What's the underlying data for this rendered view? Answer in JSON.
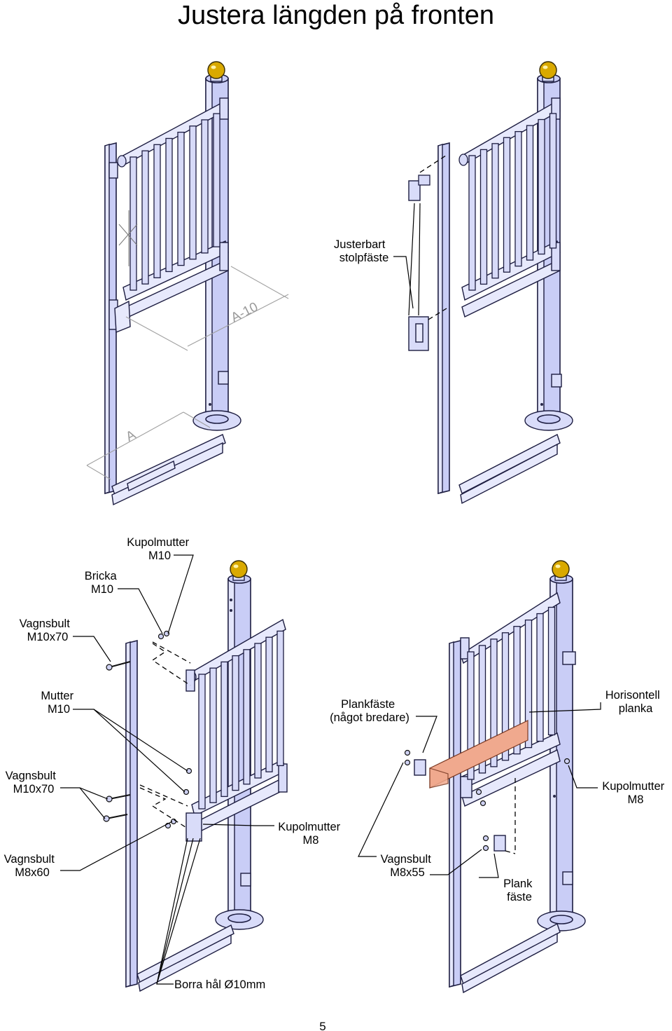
{
  "title": "Justera längden på fronten",
  "page_number": "5",
  "dimensions": {
    "a_minus_10": "A-10",
    "a": "A"
  },
  "colors": {
    "steel": "#c9cdf6",
    "outline": "#1c1c40",
    "knob": "#d9a900",
    "plank": "#f0a98e",
    "dimension": "#9a9a9a"
  },
  "labels": {
    "justerbart_stolpfaste": [
      "Justerbart",
      "stolpfäste"
    ],
    "kupolmutter_m10": [
      "Kupolmutter",
      "M10"
    ],
    "bricka_m10": [
      "Bricka",
      "M10"
    ],
    "vagnsbult_m10x70_top": [
      "Vagnsbult",
      "M10x70"
    ],
    "mutter_m10": [
      "Mutter",
      "M10"
    ],
    "plankfaste_bredare": [
      "Plankfäste",
      "(något bredare)"
    ],
    "horisontell_planka": [
      "Horisontell",
      "planka"
    ],
    "vagnsbult_m10x70_bottom": [
      "Vagnsbult",
      "M10x70"
    ],
    "kupolmutter_m8_right": [
      "Kupolmutter",
      "M8"
    ],
    "kupolmutter_m8_center": [
      "Kupolmutter",
      "M8"
    ],
    "vagnsbult_m8x60": [
      "Vagnsbult",
      "M8x60"
    ],
    "vagnsbult_m8x55": [
      "Vagnsbult",
      "M8x55"
    ],
    "plank_faste": [
      "Plank",
      "fäste"
    ],
    "borra_hal": "Borra hål Ø10mm"
  }
}
